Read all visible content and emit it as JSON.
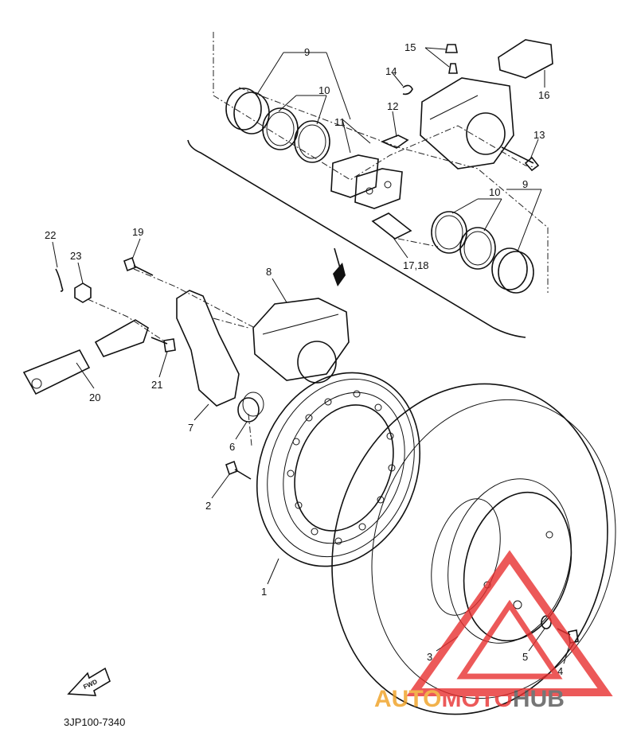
{
  "diagram_code": "3JP100-7340",
  "fwd_label": "FWD",
  "watermark": {
    "part1": "AUTO",
    "part2": "MOTO",
    "part3": "HUB",
    "color_orange": "#f0a020",
    "color_red": "#e83030",
    "color_gray": "#555555"
  },
  "callouts": {
    "c1": "1",
    "c2": "2",
    "c3": "3",
    "c4": "4",
    "c5": "5",
    "c6": "6",
    "c7": "7",
    "c8": "8",
    "c9a": "9",
    "c9b": "9",
    "c10a": "10",
    "c10b": "10",
    "c11": "11",
    "c12": "12",
    "c13": "13",
    "c14": "14",
    "c15": "15",
    "c16": "16",
    "c1718": "17,18",
    "c19": "19",
    "c20": "20",
    "c21": "21",
    "c22": "22",
    "c23": "23"
  }
}
